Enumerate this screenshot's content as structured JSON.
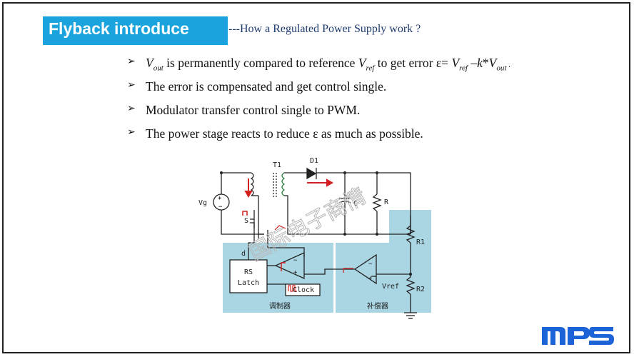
{
  "slide": {
    "title": "Flyback introduce",
    "subtitle": "---How a Regulated Power Supply work ?"
  },
  "bullets": [
    {
      "pre": "",
      "v1": "V",
      "s1": "out",
      "mid": " is permanently compared to reference ",
      "v2": "V",
      "s2": "ref",
      "tail": " to get error ε= ",
      "v3": "V",
      "s3": "ref",
      "tail2": " –",
      "k": "k",
      "tail3": "*",
      "v4": "V",
      "s4": "out",
      "end": " ."
    },
    {
      "text": "The error is compensated and get control single."
    },
    {
      "text": "Modulator transfer control single to PWM."
    },
    {
      "text": "The power stage reacts to reduce ε as much as possible."
    }
  ],
  "diagram": {
    "t1": "T1",
    "d1": "D1",
    "vg": "Vg",
    "c": "C",
    "r": "R",
    "r1": "R1",
    "r2": "R2",
    "s": "S",
    "d": "d",
    "rs": "RS",
    "latch": "Latch",
    "clock": "Clock",
    "vref": "Vref",
    "modulator": "调制器",
    "compensator": "补偿器",
    "watermark": "国际电子商情"
  },
  "logo": {
    "text": "MPS",
    "color": "#1b63d6"
  },
  "colors": {
    "title_bg": "#1aa3dc",
    "panel_bg": "#aad6e4",
    "subtitle": "#1f3b6e",
    "arrow": "#d42020"
  }
}
